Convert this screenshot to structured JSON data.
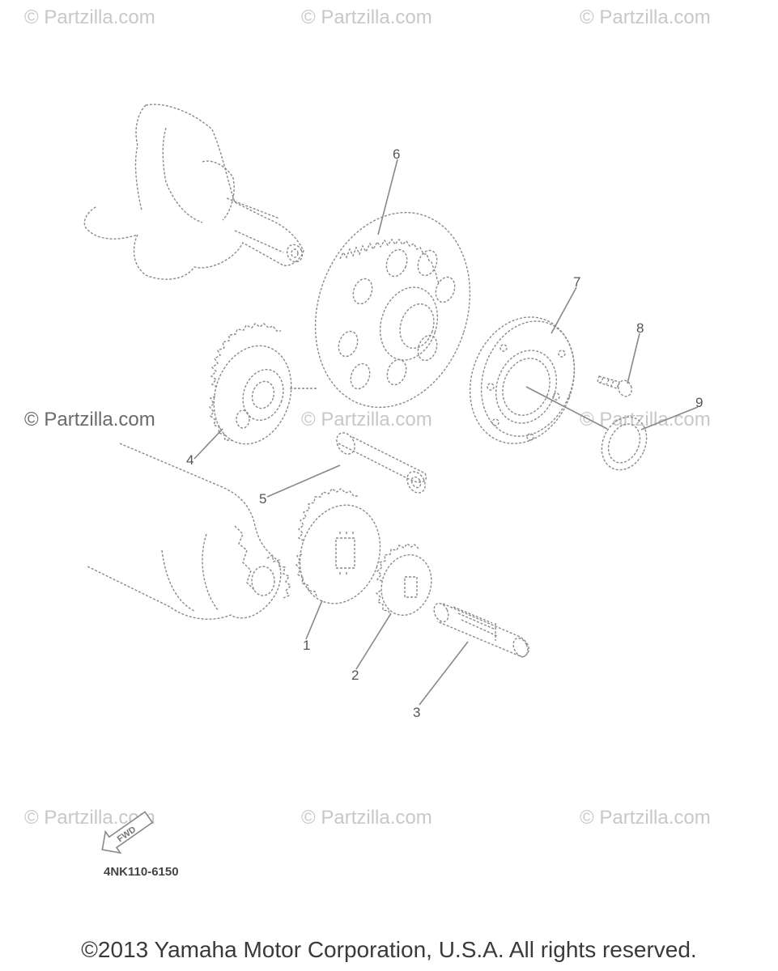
{
  "watermarks": [
    "© Partzilla.com",
    "© Partzilla.com",
    "© Partzilla.com",
    "© Partzilla.com",
    "© Partzilla.com",
    "© Partzilla.com",
    "© Partzilla.com",
    "© Partzilla.com",
    "© Partzilla.com"
  ],
  "callouts": [
    "1",
    "2",
    "3",
    "4",
    "5",
    "6",
    "7",
    "8",
    "9"
  ],
  "fwd_arrow_text": "FWD",
  "part_code": "4NK110-6150",
  "copyright": "©2013  Yamaha Motor Corporation, U.S.A. All rights reserved.",
  "colors": {
    "line": "#8a8a8a",
    "watermark": "#c8c8c8",
    "text": "#3a3a3a"
  }
}
